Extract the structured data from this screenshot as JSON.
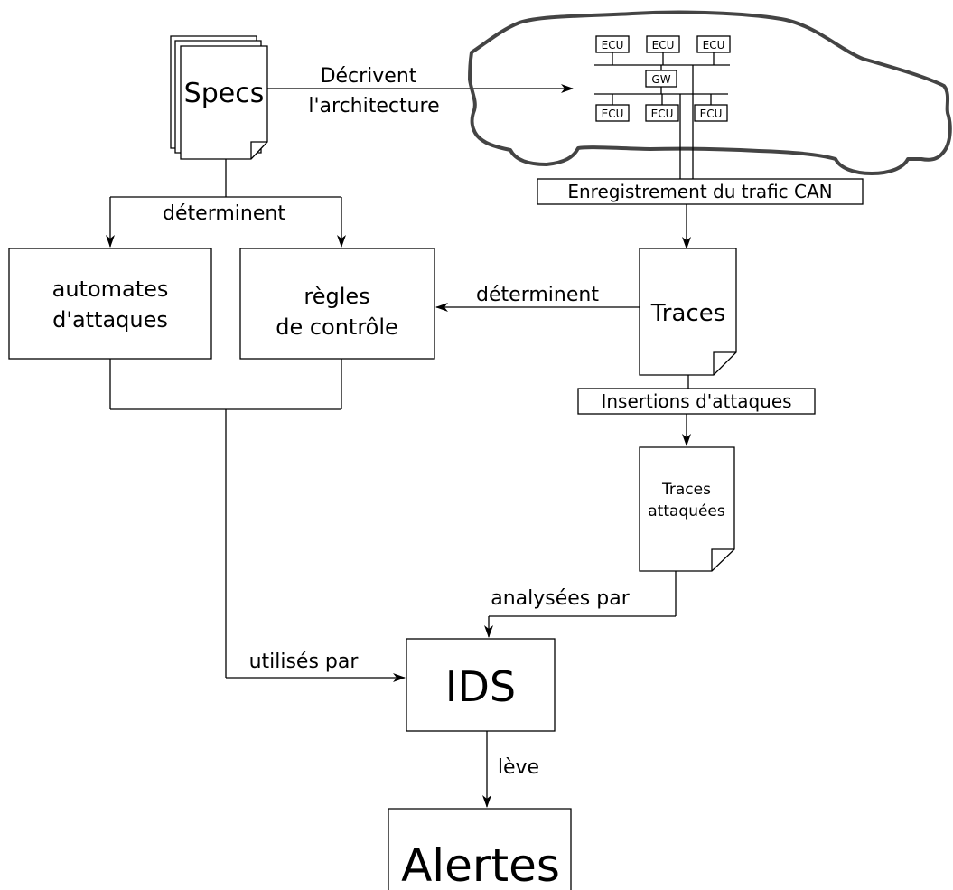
{
  "specs": {
    "label": "Specs"
  },
  "edges": {
    "describe_line1": "Décrivent",
    "describe_line2": "l'architecture",
    "determine_specs": "déterminent",
    "determine_traces": "déterminent",
    "analysed_by": "analysées par",
    "used_by": "utilisés par",
    "raises": "lève"
  },
  "car": {
    "ecu_label": "ECU",
    "gw_label": "GW",
    "ecu_count_top": 3,
    "ecu_count_bottom": 3
  },
  "recording": {
    "label": "Enregistrement du trafic CAN"
  },
  "attack_automata": {
    "line1": "automates",
    "line2": "d'attaques"
  },
  "control_rules": {
    "line1": "règles",
    "line2": "de contrôle"
  },
  "traces": {
    "label": "Traces"
  },
  "insertions": {
    "label": "Insertions d'attaques"
  },
  "attacked_traces": {
    "line1": "Traces",
    "line2": "attaquées"
  },
  "ids": {
    "label": "IDS"
  },
  "alerts": {
    "label": "Alertes"
  },
  "colors": {
    "stroke": "#000000",
    "car_outline": "#444444",
    "background": "#ffffff"
  }
}
